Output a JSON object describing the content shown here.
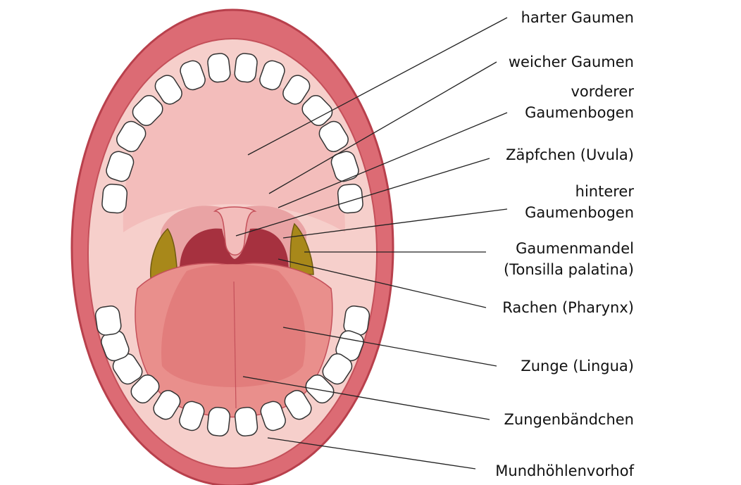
{
  "diagram": {
    "colors": {
      "lip": "#dc6b74",
      "lip_edge": "#b8404c",
      "cavity": "#f6cfcb",
      "palate": "#f3bdbb",
      "pharynx": "#a6313f",
      "tonsil": "#a8881a",
      "tongue": "#e98f8c",
      "tongue_center": "#e27d7c",
      "tooth": "#ffffff",
      "line": "#222222"
    },
    "labels": [
      {
        "lines": [
          "harter Gaumen"
        ]
      },
      {
        "lines": [
          "weicher Gaumen"
        ]
      },
      {
        "lines": [
          "vorderer",
          "Gaumenbogen"
        ]
      },
      {
        "lines": [
          "Zäpfchen (Uvula)"
        ]
      },
      {
        "lines": [
          "hinterer",
          "Gaumenbogen"
        ]
      },
      {
        "lines": [
          "Gaumenmandel",
          "(Tonsilla palatina)"
        ]
      },
      {
        "lines": [
          "Rachen (Pharynx)"
        ]
      },
      {
        "lines": [
          "Zunge (Lingua)"
        ]
      },
      {
        "lines": [
          "Zungenbändchen"
        ]
      },
      {
        "lines": [
          "Mundhöhlenvorhof"
        ]
      }
    ]
  }
}
